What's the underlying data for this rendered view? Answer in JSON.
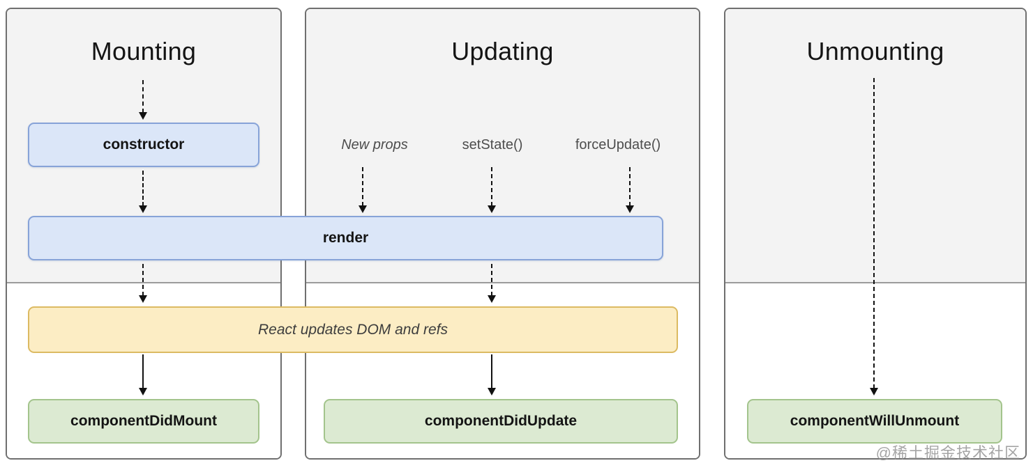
{
  "panels": [
    {
      "title": "Mounting"
    },
    {
      "title": "Updating"
    },
    {
      "title": "Unmounting"
    }
  ],
  "boxes": {
    "constructor": "constructor",
    "render": "render",
    "react_updates": "React updates DOM and refs",
    "component_did_mount": "componentDidMount",
    "component_did_update": "componentDidUpdate",
    "component_will_unmount": "componentWillUnmount"
  },
  "update_triggers": [
    {
      "label": "New props"
    },
    {
      "label": "setState()"
    },
    {
      "label": "forceUpdate()"
    }
  ],
  "watermark": "@稀土掘金技术社区",
  "colors": {
    "render_phase_background": "#f3f3f3",
    "commit_phase_background": "#ffffff",
    "panel_border": "#6f6f6f",
    "phase_divider": "#9b9b9b",
    "lifecycle_box_fill": "#dbe6f8",
    "lifecycle_box_border": "#87a3d8",
    "dom_update_box_fill": "#fcedc4",
    "dom_update_box_border": "#dcba62",
    "commit_hook_box_fill": "#dcead2",
    "commit_hook_box_border": "#a3c48c",
    "arrow": "#111111",
    "watermark_text": "#8f8f8f"
  }
}
